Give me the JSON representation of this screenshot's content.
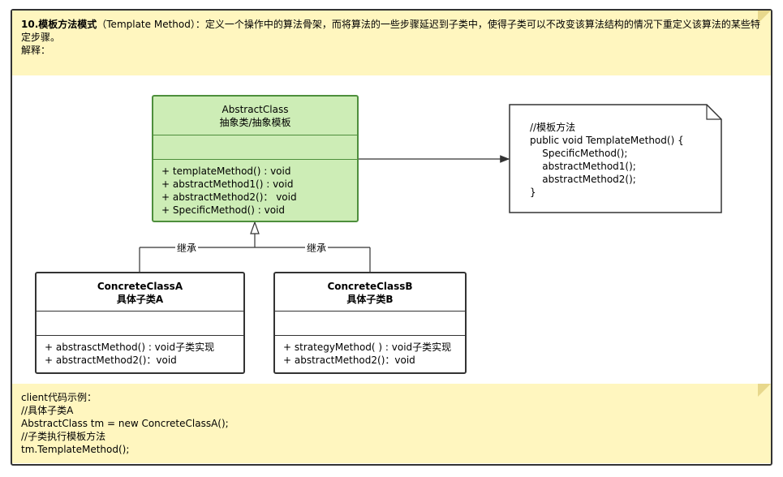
{
  "header_note": {
    "title_bold": "10.模板方法模式",
    "title_rest": "（Template Method）：定义一个操作中的算法骨架，而将算法的一些步骤延迟到子类中，使得子类可以不改变该算法结构的情况下重定义该算法的某些特定步骤。",
    "explain": "解释："
  },
  "abstract_class": {
    "name": "AbstractClass",
    "subtitle": "抽象类/抽象模板",
    "methods": [
      "+ templateMethod() : void",
      "+ abstractMethod1() : void",
      "+ abstractMethod2()： void",
      "+ SpecificMethod() : void"
    ]
  },
  "template_code": {
    "lines": [
      "//模板方法",
      "public void TemplateMethod() {",
      "    SpecificMethod();",
      "    abstractMethod1();",
      "    abstractMethod2();",
      "}"
    ]
  },
  "concrete_a": {
    "name": "ConcreteClassA",
    "subtitle": "具体子类A",
    "methods": [
      "+ abstrasctMethod() : void子类实现",
      "+ abstractMethod2()：void"
    ]
  },
  "concrete_b": {
    "name": "ConcreteClassB",
    "subtitle": "具体子类B",
    "methods": [
      "+ strategyMethod( ) : void子类实现",
      "+ abstractMethod2()：void"
    ]
  },
  "relations": {
    "inherit_a": "继承",
    "inherit_b": "继承"
  },
  "client_note": {
    "lines": [
      "client代码示例：",
      "//具体子类A",
      "AbstractClass tm = new ConcreteClassA();",
      "//子类执行模板方法",
      "tm.TemplateMethod();"
    ]
  },
  "colors": {
    "note_fill": "#fff6bf",
    "abstract_fill": "#cdedb6",
    "abstract_border": "#4e8f3c",
    "line": "#333333"
  }
}
